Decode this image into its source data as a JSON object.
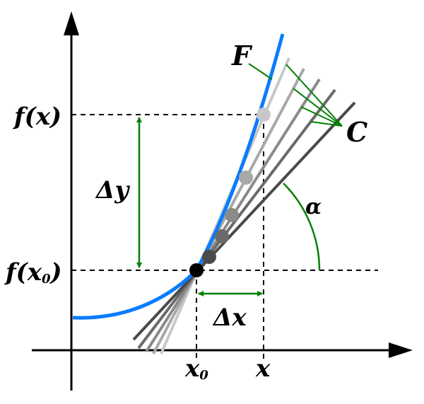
{
  "labels": {
    "fx": "f(x)",
    "fx0_prefix": "f(x",
    "fx0_sub": "0",
    "fx0_suffix": ")",
    "delta_y": "Δy",
    "delta_x": "Δx",
    "x0": "x",
    "x0_sub": "0",
    "x": "x",
    "alpha": "α",
    "F": "F",
    "C": "C"
  },
  "colors": {
    "curve": "#0a7cff",
    "annotation": "#008000",
    "secants": [
      "#c8c8c8",
      "#a8a8a8",
      "#8a8a8a",
      "#6a6a6a",
      "#4a4a4a"
    ]
  }
}
